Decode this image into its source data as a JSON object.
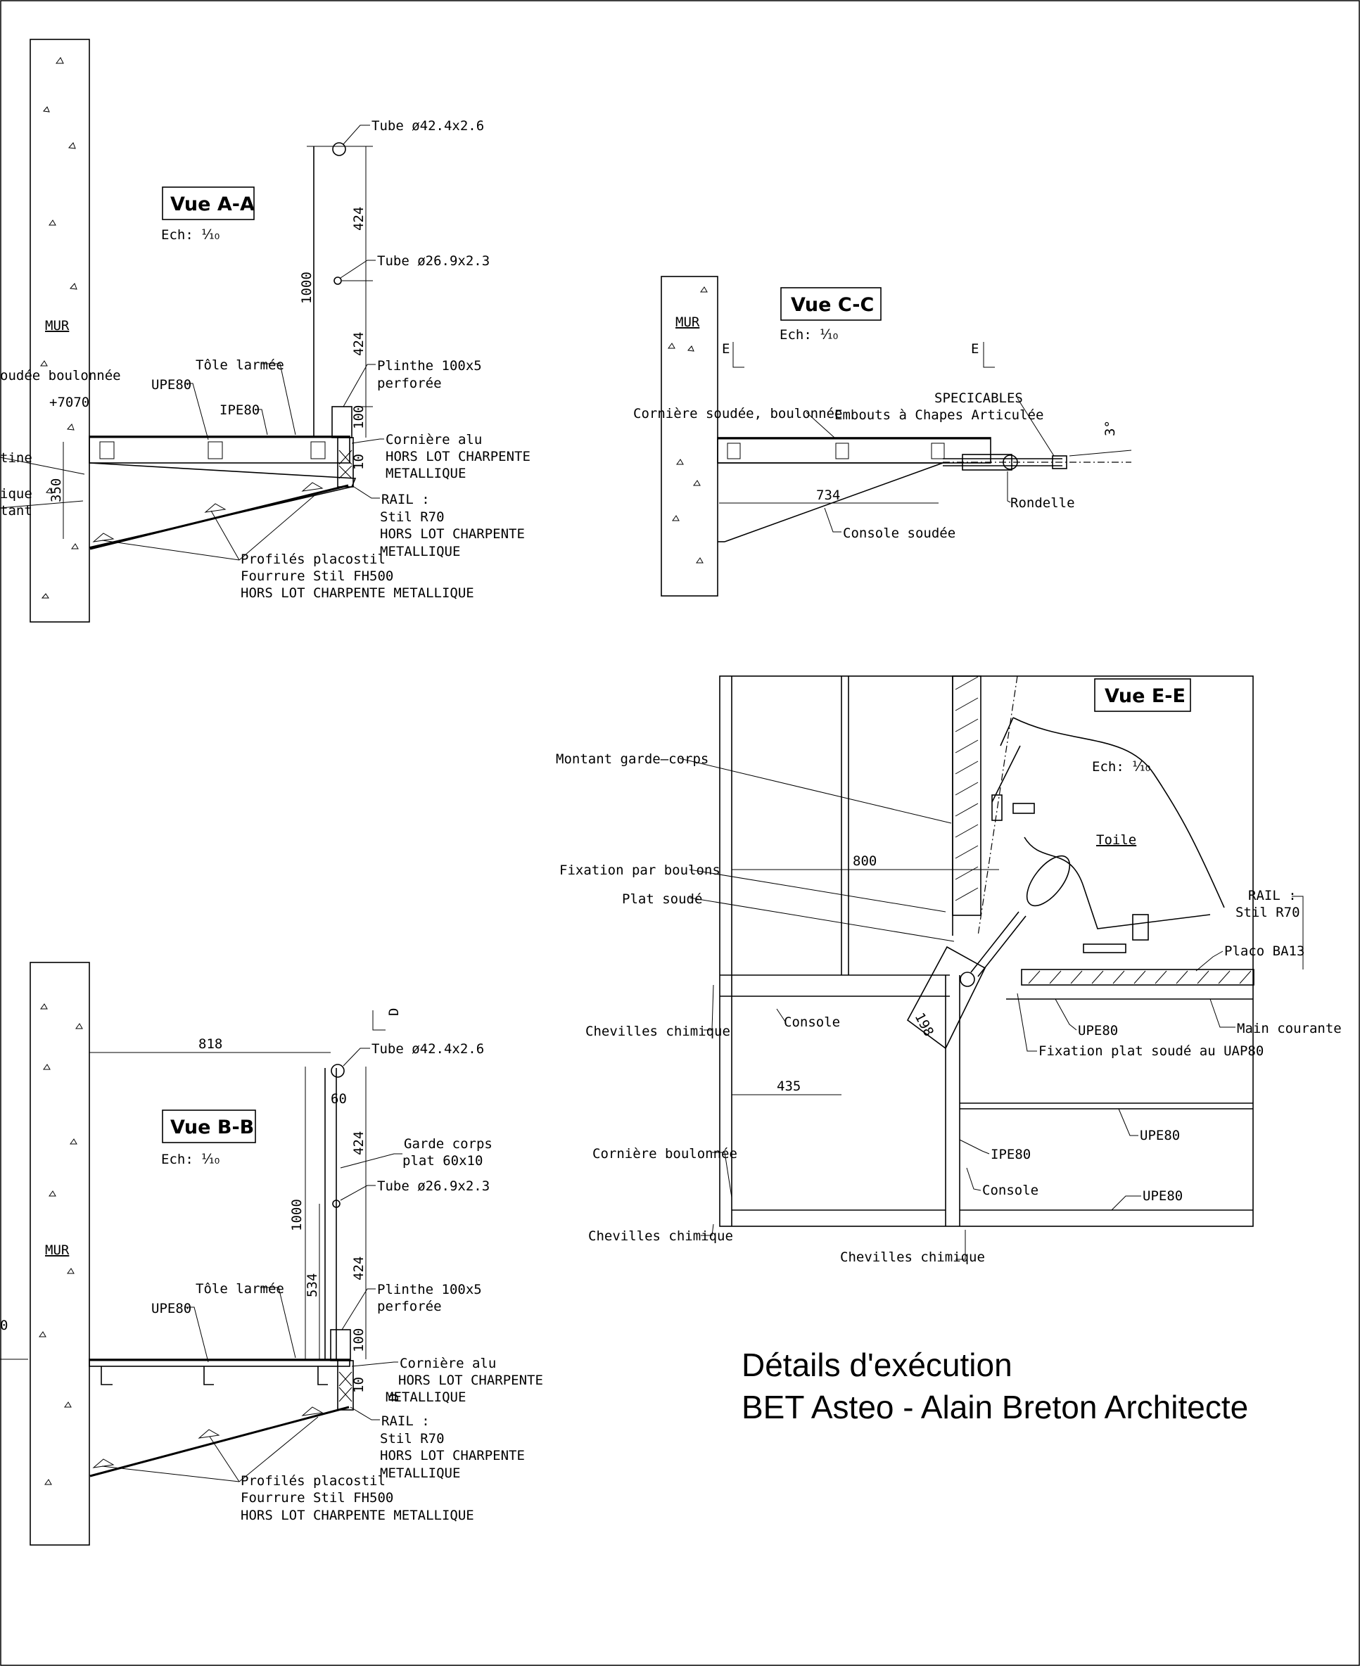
{
  "views": {
    "aa": {
      "title": "Vue A-A",
      "scale": "Ech: ⅒",
      "wall_label": "MUR",
      "labels": {
        "tube_top": "Tube ø42.4x2.6",
        "tube_mid": "Tube ø26.9x2.3",
        "plinthe_1": "Plinthe 100x5",
        "plinthe_2": "perforée",
        "tole": "Tôle larmée",
        "upe": "UPE80",
        "ipe": "IPE80",
        "corniere_soudee": "oudée boulonnée",
        "level": "+7070",
        "left_a": "tine",
        "left_b": "ique",
        "left_c": "tant",
        "corniere_alu_1": "Cornière alu",
        "corniere_alu_2": "HORS LOT CHARPENTE",
        "corniere_alu_3": "METALLIQUE",
        "rail_1": "RAIL :",
        "rail_2": "Stil R70",
        "rail_3": "HORS LOT CHARPENTE",
        "rail_4": "METALLIQUE",
        "profiles_1": "Profilés placostil",
        "profiles_2": "Fourrure Stil FH500",
        "profiles_3": "HORS LOT CHARPENTE METALLIQUE"
      },
      "dims": {
        "d424a": "424",
        "d424b": "424",
        "d1000": "1000",
        "d100": "100",
        "d10": "10",
        "d350": "350"
      }
    },
    "bb": {
      "title": "Vue B-B",
      "scale": "Ech: ⅒",
      "wall_label": "MUR",
      "section_mark": "D",
      "labels": {
        "tube_top": "Tube ø42.4x2.6",
        "tube_mid": "Tube ø26.9x2.3",
        "garde_1": "Garde corps",
        "garde_2": "plat 60x10",
        "plinthe_1": "Plinthe 100x5",
        "plinthe_2": "perforée",
        "tole": "Tôle larmée",
        "upe": "UPE80",
        "left_cut": "0",
        "corniere_alu_1": "Cornière alu",
        "corniere_alu_2": "HORS LOT CHARPENTE",
        "corniere_alu_3": "METALLIQUE",
        "rail_1": "RAIL :",
        "rail_2": "Stil R70",
        "rail_3": "HORS LOT CHARPENTE",
        "rail_4": "METALLIQUE",
        "profiles_1": "Profilés placostil",
        "profiles_2": "Fourrure Stil FH500",
        "profiles_3": "HORS LOT CHARPENTE METALLIQUE"
      },
      "dims": {
        "d818": "818",
        "d60": "60",
        "d424a": "424",
        "d424b": "424",
        "d1000": "1000",
        "d534": "534",
        "d100": "100",
        "d10": "10"
      }
    },
    "cc": {
      "title": "Vue C-C",
      "scale": "Ech: ⅒",
      "wall_label": "MUR",
      "section_mark": "E",
      "labels": {
        "corniere": "Cornière soudée, boulonnée",
        "embouts": "Embouts à Chapes Articulée",
        "specicables": "SPECICABLES",
        "rondelle": "Rondelle",
        "console": "Console soudée"
      },
      "dims": {
        "d734": "734",
        "angle": "3°"
      }
    },
    "ee": {
      "title": "Vue E-E",
      "scale": "Ech: ⅒",
      "labels": {
        "montant": "Montant garde–corps",
        "fixation_boulons": "Fixation par boulons",
        "plat_soude": "Plat soudé",
        "chevilles_1": "Chevilles chimique",
        "console_1": "Console",
        "corniere_boulonnee": "Cornière boulonnée",
        "chevilles_2": "Chevilles chimique",
        "chevilles_3": "Chevilles chimique",
        "toile": "Toile",
        "rail_1": "RAIL :",
        "rail_2": "Stil R70",
        "placo": "Placo BA13",
        "upe_1": "UPE80",
        "main_courante": "Main courante",
        "fixation_plat": "Fixation  plat soudé au UAP80",
        "upe_2": "UPE80",
        "ipe": "IPE80",
        "console_2": "Console",
        "upe_3": "UPE80"
      },
      "dims": {
        "d800": "800",
        "d435": "435",
        "d198": "198"
      }
    }
  },
  "caption": {
    "line1": "Détails d'exécution",
    "line2": "BET Asteo - Alain Breton Architecte"
  }
}
